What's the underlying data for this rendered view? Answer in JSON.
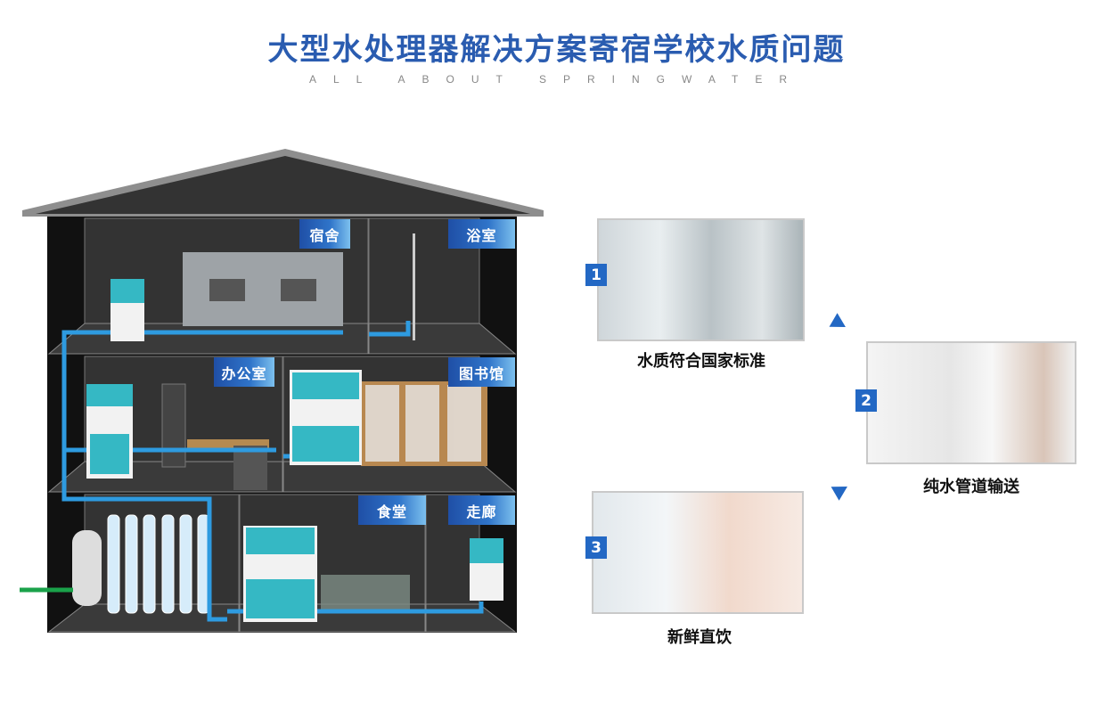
{
  "header": {
    "title": "大型水处理器解决方案寄宿学校水质问题",
    "subtitle": "ALL ABOUT SPRINGWATER"
  },
  "rooms": {
    "dorm": "宿舍",
    "bathroom": "浴室",
    "office": "办公室",
    "library": "图书馆",
    "canteen": "食堂",
    "corridor": "走廊"
  },
  "steps": [
    {
      "number": "1",
      "caption": "水质符合国家标准"
    },
    {
      "number": "2",
      "caption": "纯水管道输送"
    },
    {
      "number": "3",
      "caption": "新鲜直饮"
    }
  ],
  "colors": {
    "title": "#2a5cb0",
    "pipe": "#2e9be0",
    "inlet": "#1aa24a",
    "wall": "#2f2f2f",
    "badge": "#2368c4"
  }
}
